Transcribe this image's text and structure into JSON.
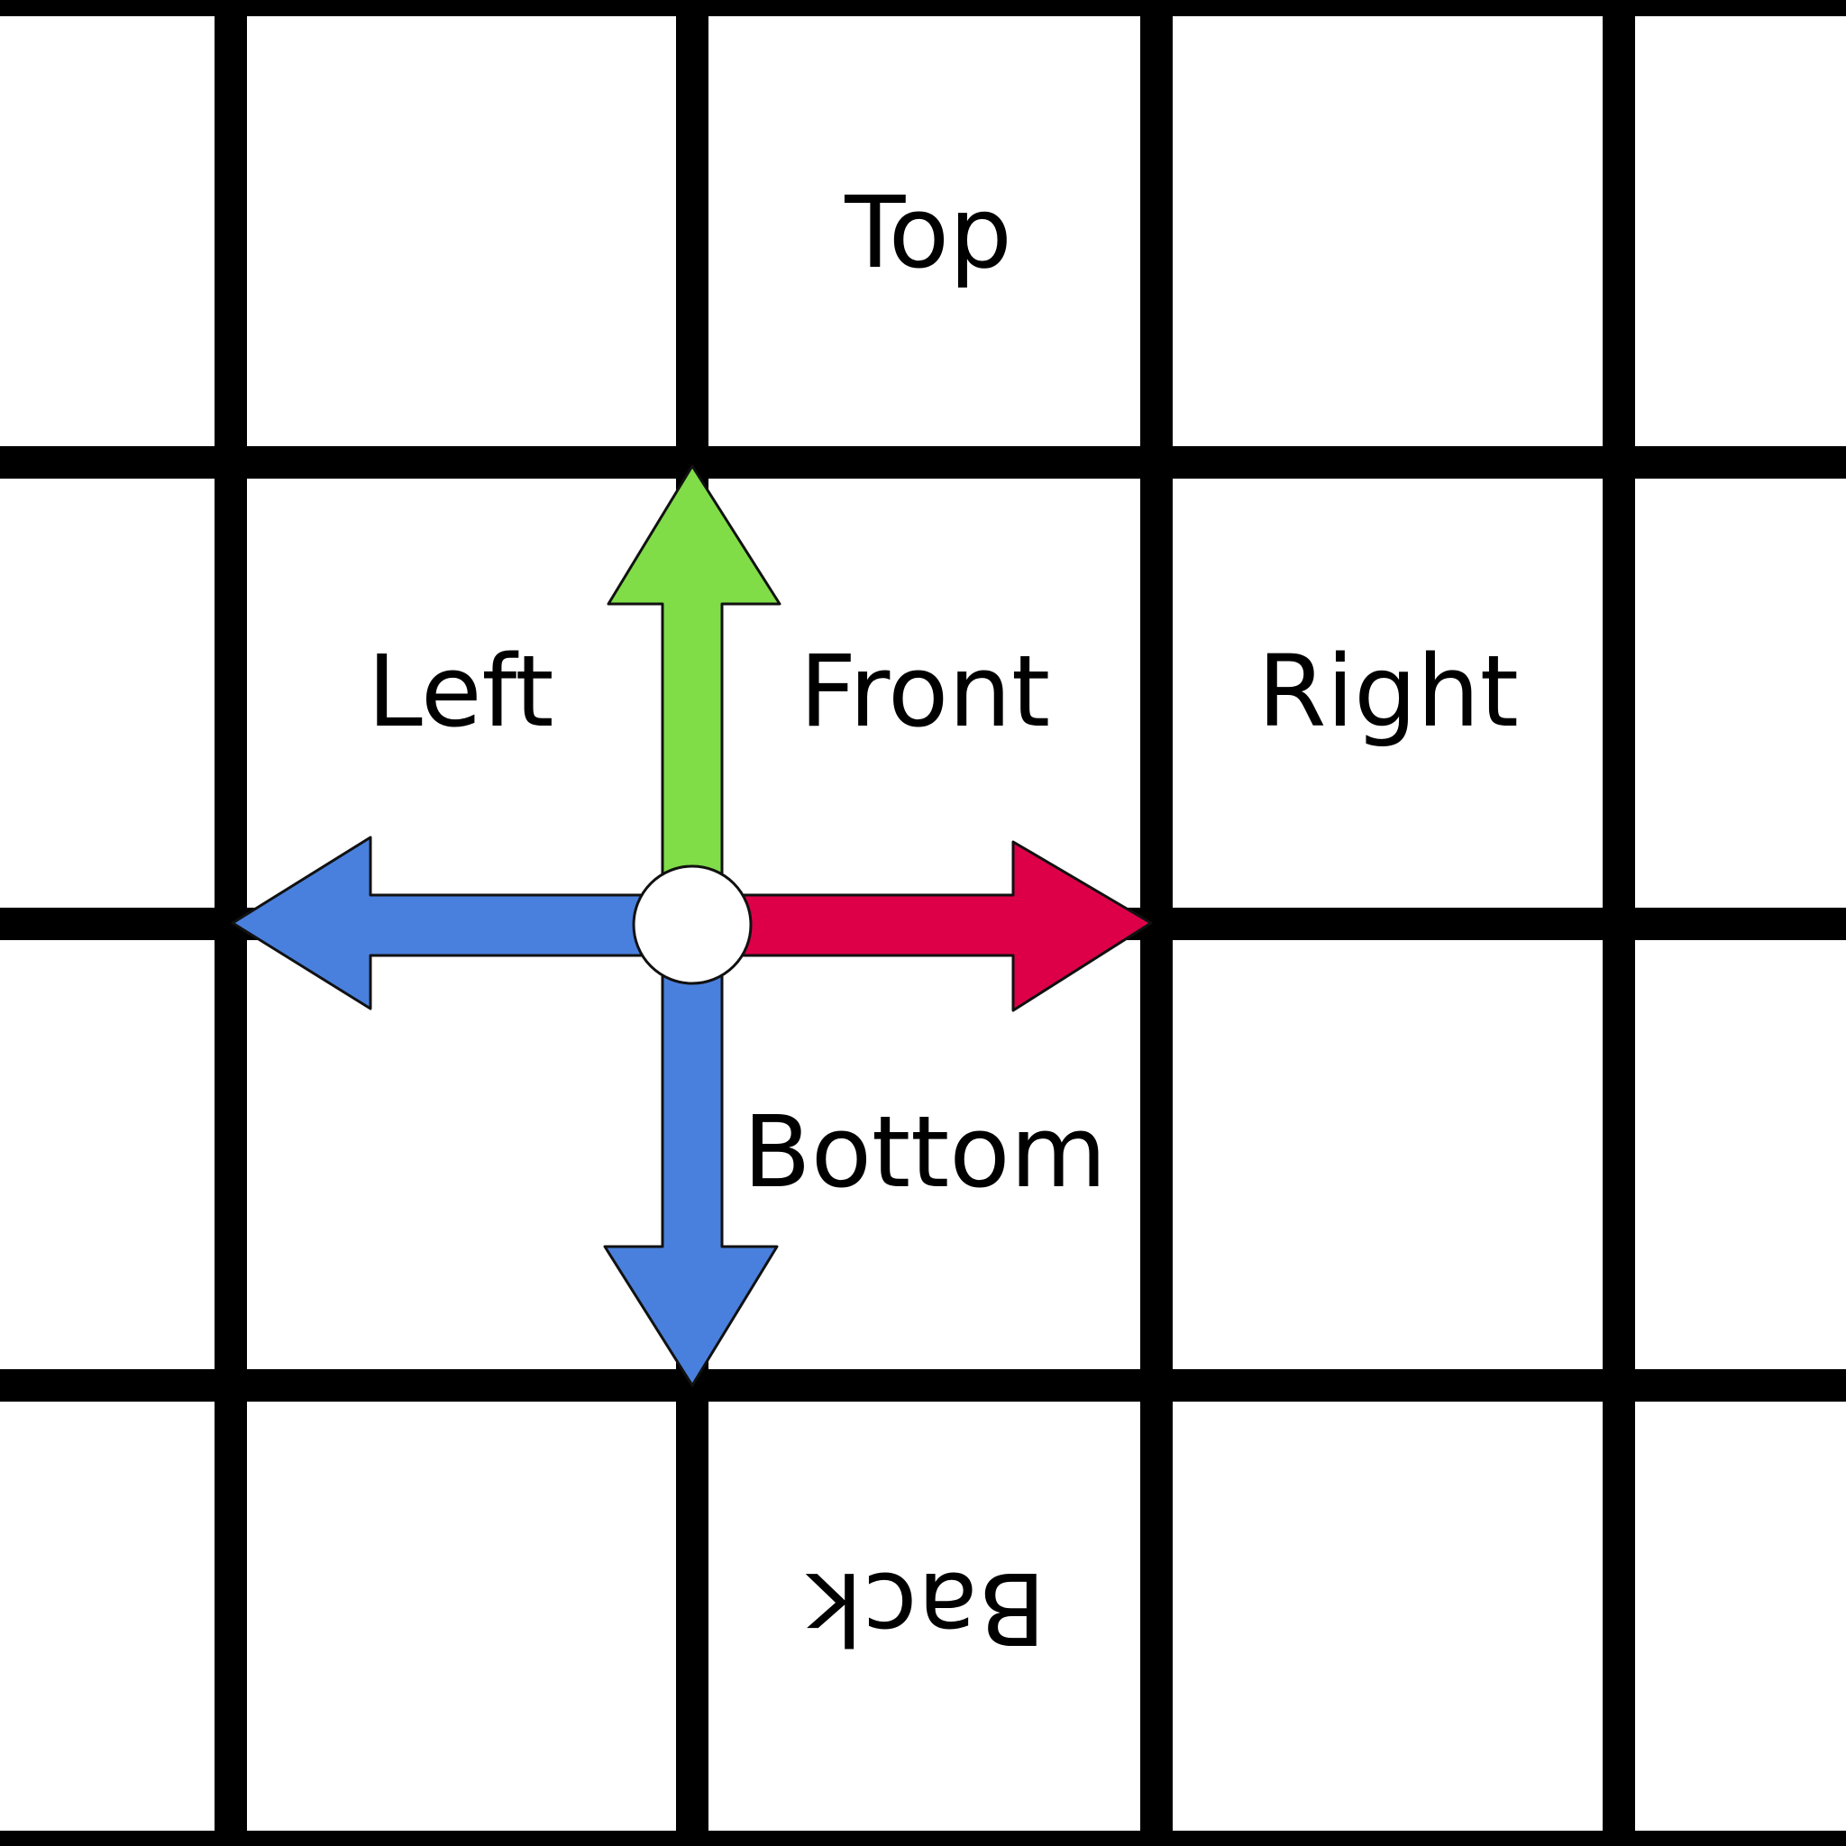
{
  "faces": {
    "top": "Top",
    "left": "Left",
    "front": "Front",
    "right": "Right",
    "bottom": "Bottom",
    "back": "Back"
  },
  "colors": {
    "background": "#ffffff",
    "grid_lines": "#000000",
    "arrow_up": "#80dd48",
    "arrow_right": "#dd0048",
    "arrow_left": "#4a80dd",
    "arrow_down": "#4a80dd",
    "origin_marker": "#ffffff"
  },
  "arrows": [
    {
      "name": "arrow-up",
      "direction": "up",
      "color": "#80dd48"
    },
    {
      "name": "arrow-right",
      "direction": "right",
      "color": "#dd0048"
    },
    {
      "name": "arrow-left",
      "direction": "left",
      "color": "#4a80dd"
    },
    {
      "name": "arrow-down",
      "direction": "down",
      "color": "#4a80dd"
    }
  ]
}
